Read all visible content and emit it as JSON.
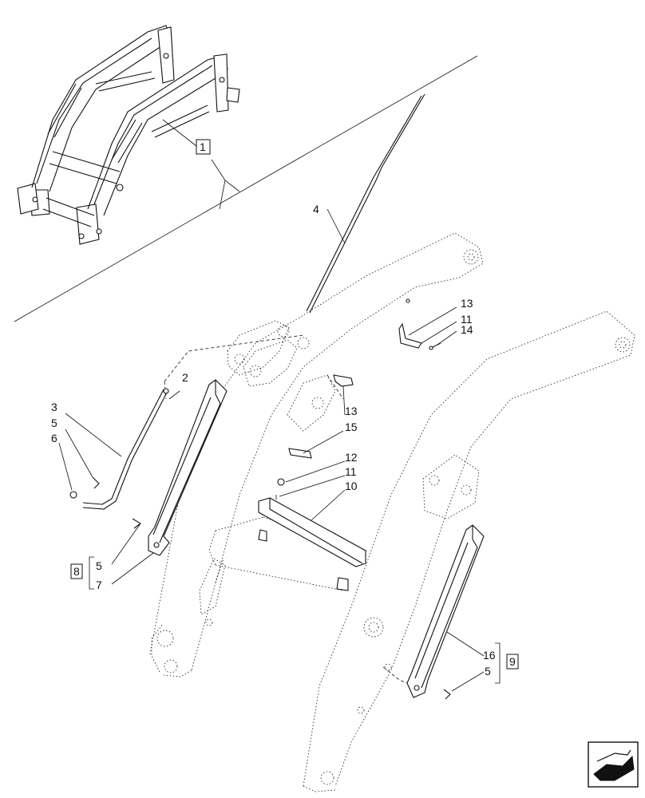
{
  "callouts": {
    "c1": "1",
    "c2": "2",
    "c3": "3",
    "c4": "4",
    "c5a": "5",
    "c6": "6",
    "c13a": "13",
    "c11a": "11",
    "c14": "14",
    "c13b": "13",
    "c15": "15",
    "c12": "12",
    "c11b": "11",
    "c10": "10",
    "c8": "8",
    "c5b": "5",
    "c7": "7",
    "c16": "16",
    "c9": "9",
    "c5c": "5"
  },
  "icons": {
    "nav": "arrow-icon"
  }
}
